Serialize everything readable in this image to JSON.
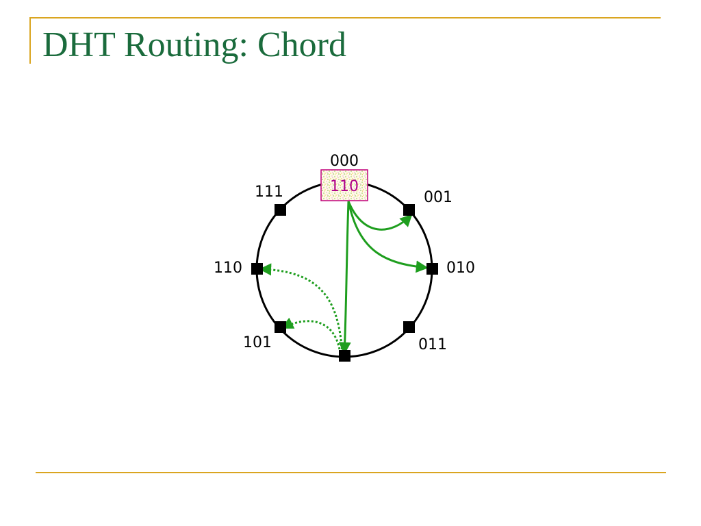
{
  "slide": {
    "title": "DHT Routing: Chord",
    "accent_color": "#DAA520",
    "title_color": "#1A6B3C"
  },
  "diagram": {
    "ring_color": "#000000",
    "route_color": "#1E9E1E",
    "key_box": {
      "label": "110",
      "text_color": "#B0008A",
      "border_color": "#C0007A",
      "fill_pattern": "speckled"
    },
    "ring_labels": {
      "000": "000",
      "001": "001",
      "010": "010",
      "011": "011",
      "101": "101",
      "110": "110",
      "111": "111"
    }
  }
}
